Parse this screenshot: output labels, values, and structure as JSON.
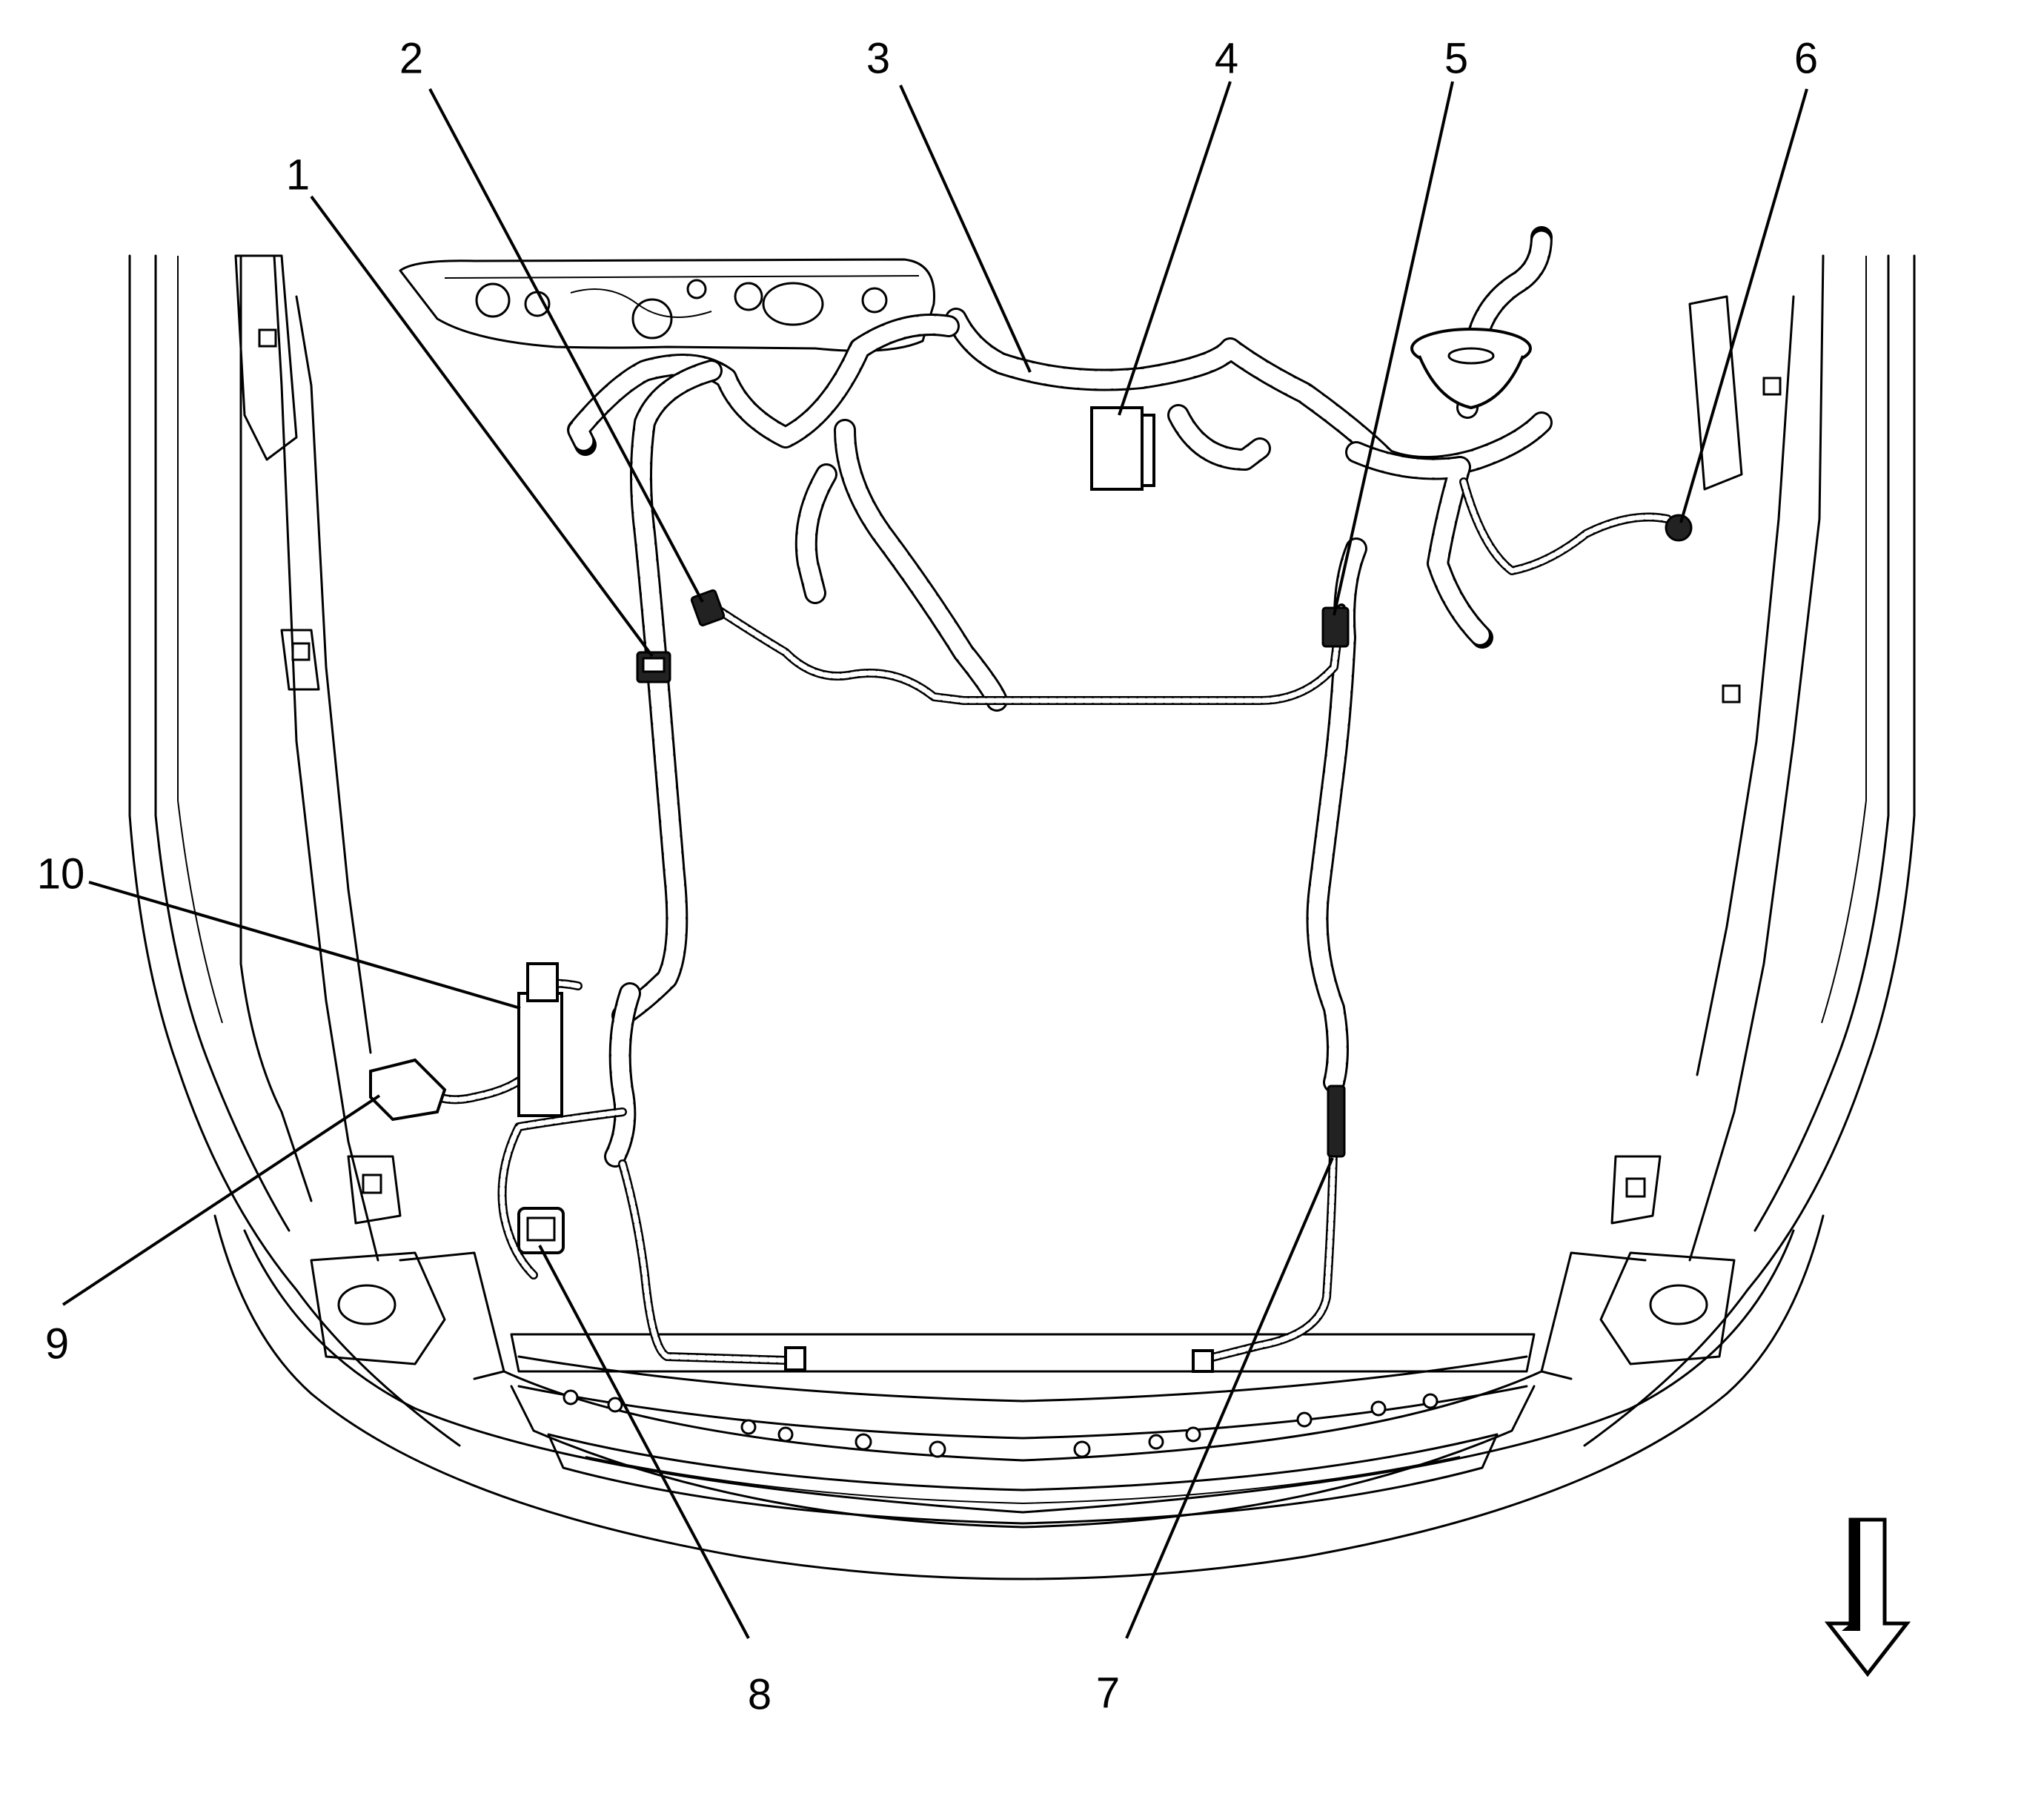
{
  "callouts": [
    "1",
    "2",
    "3",
    "4",
    "5",
    "6",
    "7",
    "8",
    "9",
    "10"
  ],
  "icons": {
    "direction_arrow": "arrow-down-outline-icon"
  },
  "colors": {
    "ink": "#000000",
    "paper": "#ffffff"
  }
}
